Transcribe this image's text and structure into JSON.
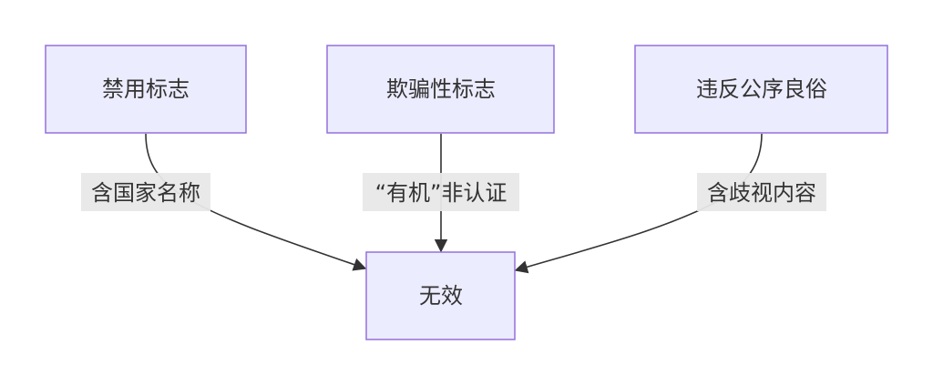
{
  "nodes": {
    "banned_signs": "禁用标志",
    "deceptive_signs": "欺骗性标志",
    "against_public_order": "违反公序良俗",
    "invalid": "无效"
  },
  "edges": {
    "contains_country_name": "含国家名称",
    "organic_not_certified": "“有机”非认证",
    "contains_discriminatory_content": "含歧视内容"
  },
  "colors": {
    "node_fill": "#ececff",
    "node_border": "#9370db",
    "edge": "#333333",
    "label_bg": "#e8e8e8"
  }
}
